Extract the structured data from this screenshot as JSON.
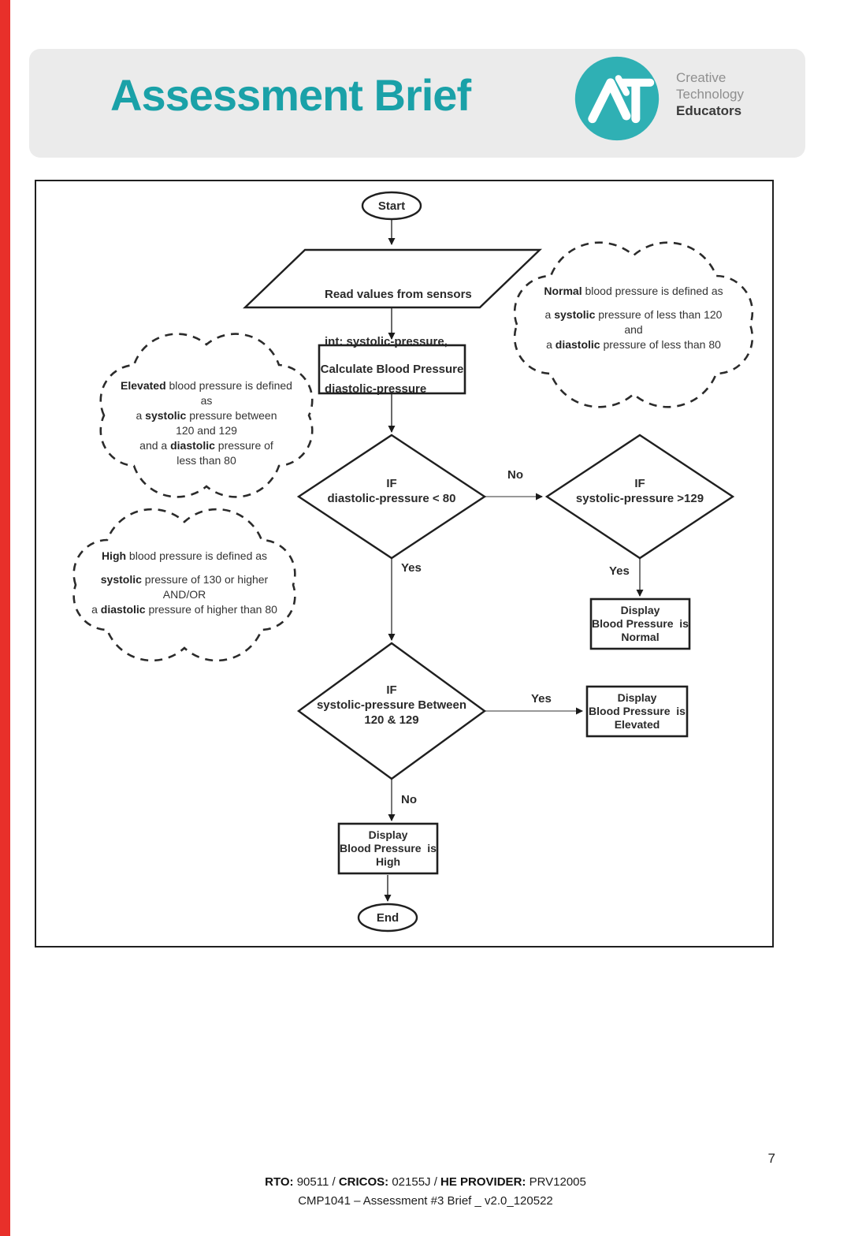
{
  "page": {
    "number": "7"
  },
  "colors": {
    "accent_red": "#e8302a",
    "banner_gray": "#ebebeb",
    "teal_title": "#1aa1a8",
    "teal_logo": "#2fb0b4"
  },
  "header": {
    "title": "Assessment Brief",
    "logo": {
      "monogram": "AIT",
      "line1": "Creative",
      "line2": "Technology",
      "line3": "Educators"
    }
  },
  "flowchart": {
    "start": "Start",
    "read": {
      "l1": "Read values from sensors",
      "l2": "int: systolic-pressure,",
      "l3": "diastolic-pressure"
    },
    "calculate": "Calculate Blood Pressure",
    "d1": {
      "l1": "IF",
      "l2": "diastolic-pressure < 80"
    },
    "d2": {
      "l1": "IF",
      "l2": "systolic-pressure >129"
    },
    "d3": {
      "l1": "IF",
      "l2": "systolic-pressure Between",
      "l3": "120 & 129"
    },
    "normal_box": {
      "l1": "Display",
      "l2": "Blood Pressure  is",
      "l3": "Normal"
    },
    "elevated_box": {
      "l1": "Display",
      "l2": "Blood Pressure  is",
      "l3": "Elevated"
    },
    "high_box": {
      "l1": "Display",
      "l2": "Blood Pressure  is",
      "l3": "High"
    },
    "end": "End",
    "edges": {
      "no1": "No",
      "yes1": "Yes",
      "yes2": "Yes",
      "yes3": "Yes",
      "no2": "No"
    }
  },
  "clouds": {
    "normal": {
      "b1": "Normal",
      "r1": " blood pressure  is defined as",
      "p2": "a ",
      "b2": "systolic",
      "r2": " pressure of less than 120",
      "l3": "and",
      "p4": "a ",
      "b4": "diastolic",
      "r4": " pressure of less than 80"
    },
    "elevated": {
      "b1": "Elevated",
      "r1": " blood pressure is defined",
      "l2": "as",
      "p3": "a ",
      "b3": "systolic",
      "r3": " pressure between",
      "l4": "120 and 129",
      "p5": "and a ",
      "b5": "diastolic",
      "r5": " pressure of",
      "l6": "less than 80"
    },
    "high": {
      "b1": "High",
      "r1": " blood pressure is defined as",
      "b2": "systolic",
      "r2": " pressure of 130 or higher",
      "l3": "AND/OR",
      "p4": "a ",
      "b4": "diastolic",
      "r4": " pressure of higher than 80"
    }
  },
  "footer": {
    "rto_label": "RTO:",
    "rto_value": " 90511 / ",
    "cricos_label": "CRICOS:",
    "cricos_value": " 02155J / ",
    "he_label": "HE PROVIDER:",
    "he_value": " PRV12005",
    "line2": "CMP1041 – Assessment #3 Brief _ v2.0_120522"
  }
}
